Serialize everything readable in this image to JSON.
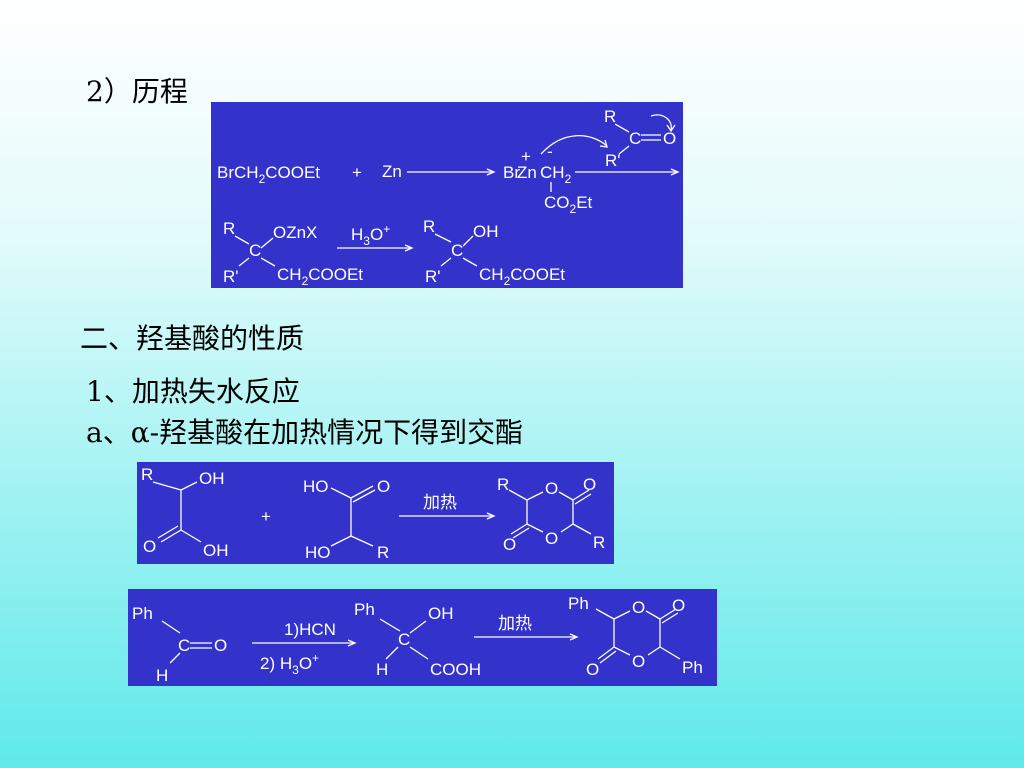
{
  "headings": {
    "process": "2）历程",
    "section2": "二、羟基酸的性质",
    "item1": "1、加热失水反应",
    "item_a_prefix": "a、",
    "alpha": "α",
    "item_a_rest": "-羟基酸在加热情况下得到交酯"
  },
  "reformatsky": {
    "reagent1": "BrCH",
    "sub2": "2",
    "reagent1_tail": "COOEt",
    "plus": "+",
    "zn": "Zn",
    "intermediate_br": "Br",
    "intermediate_zn": "Zn",
    "intermediate_ch": "CH",
    "plus_charge": "+",
    "minus_charge": "-",
    "co2et_a": "CO",
    "co2et_b": "Et",
    "r": "R",
    "r_prime": "R'",
    "c": "C",
    "o": "O",
    "ozn": "OZnX",
    "ch2cooet_a": "CH",
    "ch2cooet_b": "COOEt",
    "h3o_a": "H",
    "h3o_sub": "3",
    "h3o_b": "O",
    "h3o_sup": "+",
    "oh": "OH"
  },
  "lactide": {
    "r": "R",
    "oh": "OH",
    "o": "O",
    "ho": "HO",
    "plus": "+",
    "heat": "加热"
  },
  "mandelic": {
    "ph": "Ph",
    "c": "C",
    "o": "O",
    "h": "H",
    "step1": "1)HCN",
    "step2_a": "2) H",
    "sub3": "3",
    "step2_b": "O",
    "sup_plus": "+",
    "oh": "OH",
    "cooh": "COOH",
    "heat": "加热"
  }
}
